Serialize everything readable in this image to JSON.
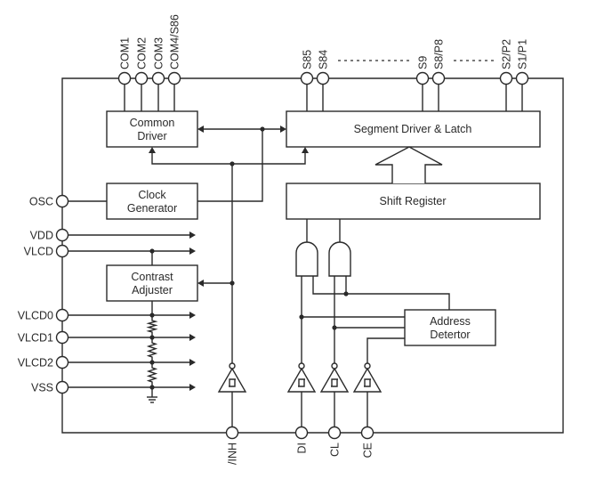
{
  "title": "LCD Driver Block Diagram",
  "blocks": {
    "common_driver": [
      "Common",
      "Driver"
    ],
    "segment_driver": [
      "Segment Driver & Latch"
    ],
    "clock_generator": [
      "Clock",
      "Generator"
    ],
    "shift_register": [
      "Shift Register"
    ],
    "contrast_adjuster": [
      "Contrast",
      "Adjuster"
    ],
    "address_detector": [
      "Address",
      "Detertor"
    ]
  },
  "top_pins": {
    "common": [
      "COM1",
      "COM2",
      "COM3",
      "COM4/S86"
    ],
    "segment": [
      "S85",
      "S84",
      "S9",
      "S8/P8",
      "S2/P2",
      "S1/P1"
    ]
  },
  "left_pins": [
    "OSC",
    "VDD",
    "VLCD",
    "VLCD0",
    "VLCD1",
    "VLCD2",
    "VSS"
  ],
  "bottom_pins": [
    "/INH",
    "DI",
    "CL",
    "CE"
  ],
  "symbols": {
    "schmitt_buffer": "schmitt-trigger-inverter-icon",
    "and_gate": "and-gate-icon",
    "resistor": "resistor-icon",
    "ground": "ground-icon",
    "data_bus_arrow": "bus-arrow-icon"
  }
}
